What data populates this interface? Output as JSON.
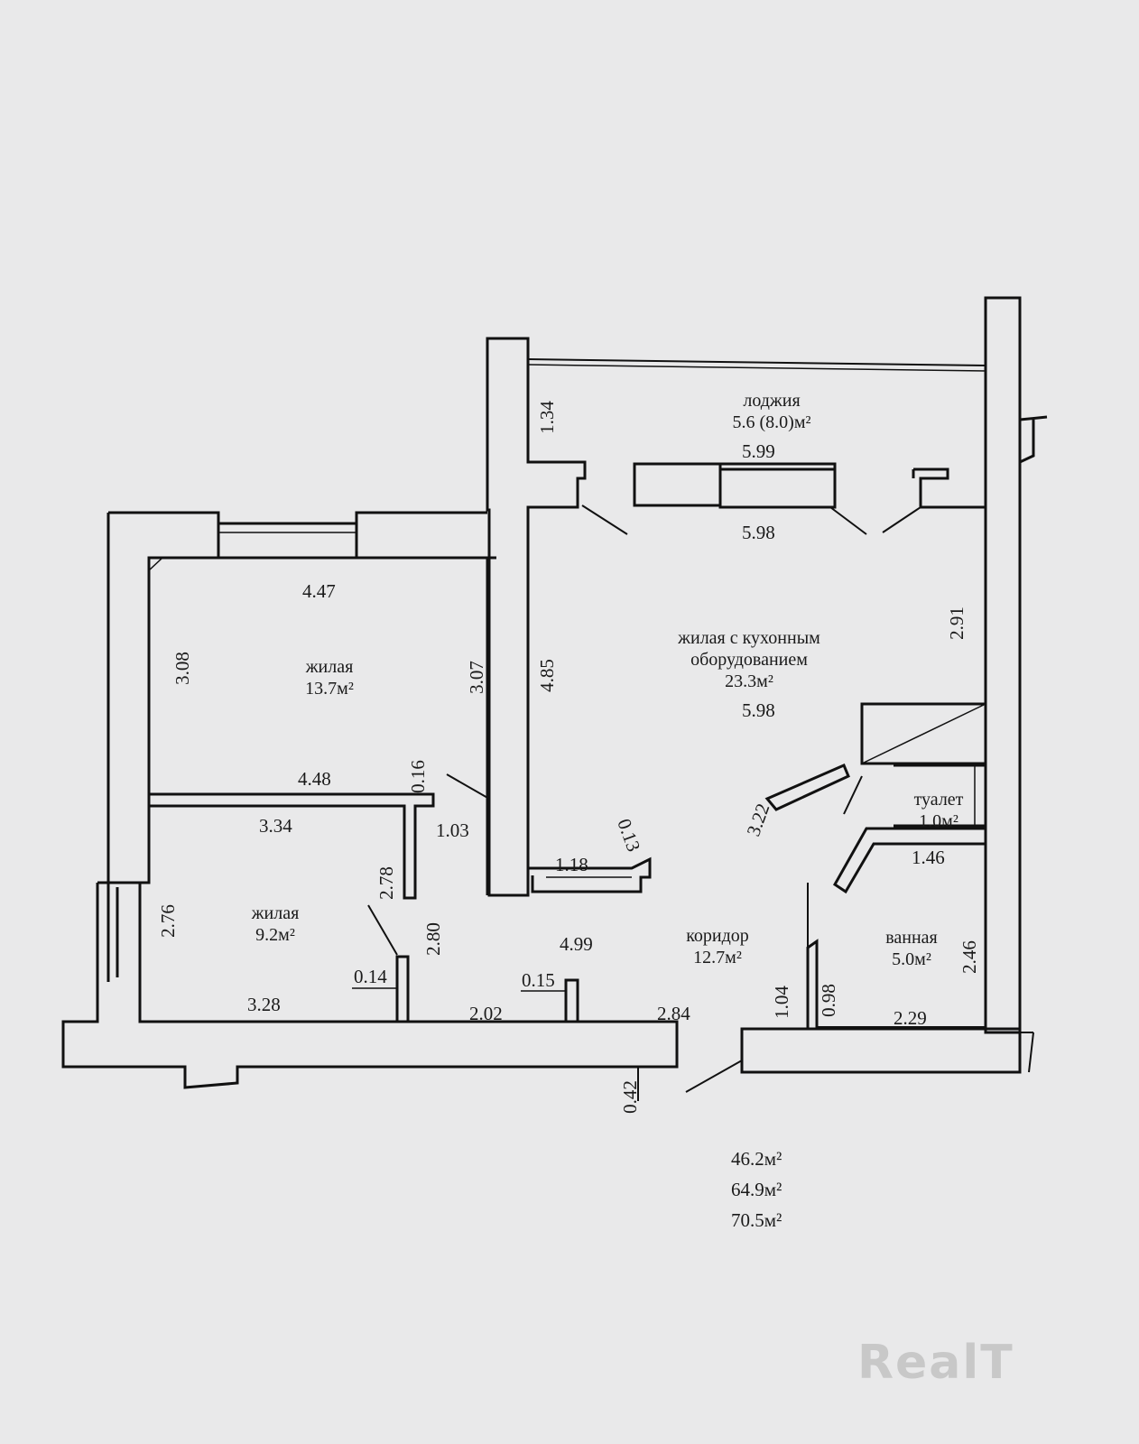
{
  "rooms": {
    "loggia": {
      "name": "лоджия",
      "area": "5.6 (8.0)м²"
    },
    "kitchen_living": {
      "name_line1": "жилая с кухонным",
      "name_line2": "оборудованием",
      "area": "23.3м²"
    },
    "bedroom_large": {
      "name": "жилая",
      "area": "13.7м²"
    },
    "bedroom_small": {
      "name": "жилая",
      "area": "9.2м²"
    },
    "toilet": {
      "name": "туалет",
      "area": "1.0м²"
    },
    "bathroom": {
      "name": "ванная",
      "area": "5.0м²"
    },
    "corridor": {
      "name": "коридор",
      "area": "12.7м²"
    }
  },
  "dimensions": {
    "d1_34": "1.34",
    "d5_99": "5.99",
    "d5_98_top": "5.98",
    "d4_47": "4.47",
    "d3_08": "3.08",
    "d3_07": "3.07",
    "d4_85": "4.85",
    "d2_91": "2.91",
    "d5_98_mid": "5.98",
    "d0_16": "0.16",
    "d4_48": "4.48",
    "d3_34": "3.34",
    "d1_03": "1.03",
    "d1_18": "1.18",
    "d0_13": "0.13",
    "d3_22": "3.22",
    "d1_46": "1.46",
    "d2_76": "2.76",
    "d2_78": "2.78",
    "d2_80": "2.80",
    "d4_99": "4.99",
    "d2_46": "2.46",
    "d0_14": "0.14",
    "d0_15": "0.15",
    "d1_04": "1.04",
    "d0_98": "0.98",
    "d3_28": "3.28",
    "d2_02": "2.02",
    "d2_84": "2.84",
    "d2_29": "2.29",
    "d0_42": "0.42"
  },
  "totals": {
    "living": "46.2м²",
    "total": "64.9м²",
    "total_with_loggia": "70.5м²"
  },
  "watermark": "RealT"
}
